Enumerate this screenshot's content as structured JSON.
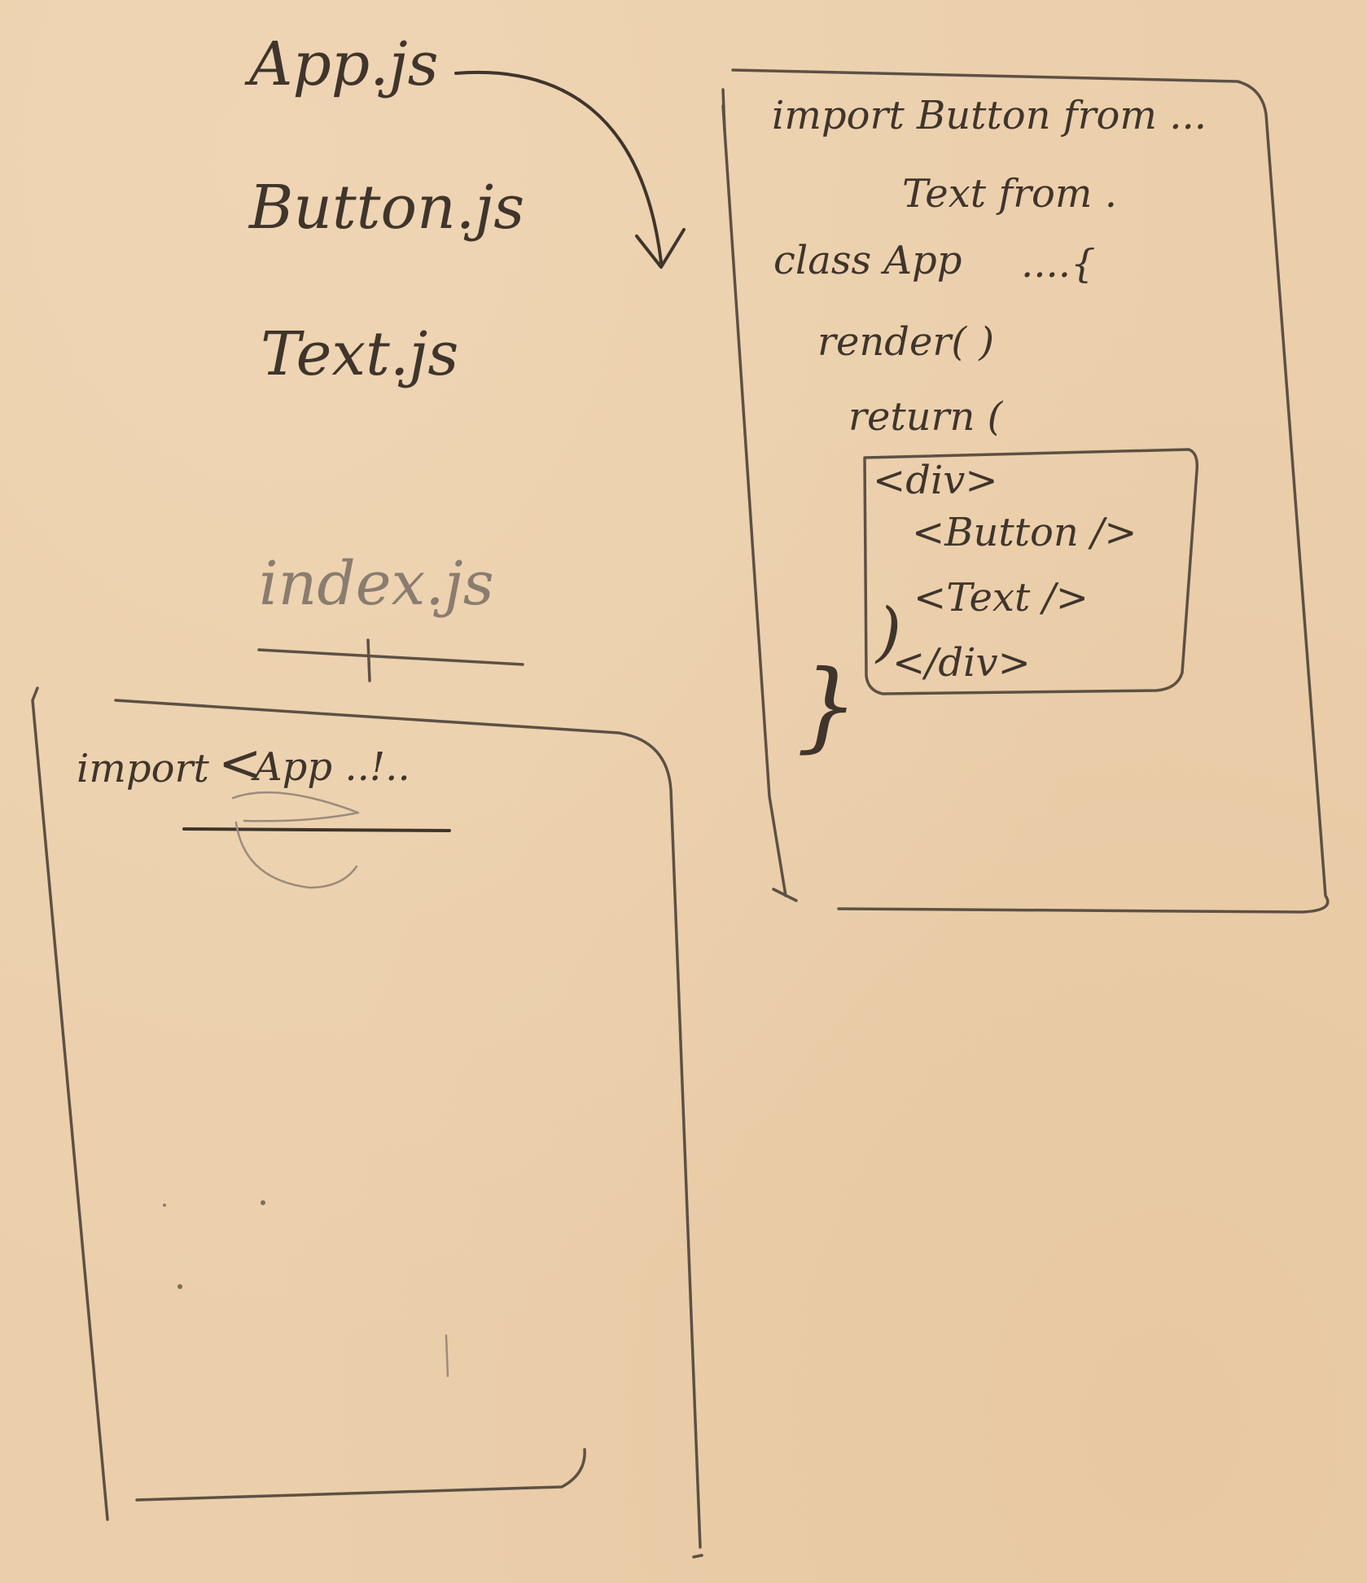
{
  "files": {
    "app": "App.js",
    "button": "Button.js",
    "text": "Text.js",
    "index": "index.js"
  },
  "app_code": {
    "line1": "import Button from ...",
    "line2": "Text from .",
    "line3_a": "class App",
    "line3_b": "....{",
    "line4": "render( )",
    "line5": "return (",
    "line6": "<div>",
    "line7": "<Button />",
    "line8": "<Text />",
    "line9": "</div>",
    "close_paren": ")",
    "close_brace": "}"
  },
  "index_code": {
    "line1_a": "import",
    "line1_b": "App ..!..",
    "bracket": "<"
  }
}
